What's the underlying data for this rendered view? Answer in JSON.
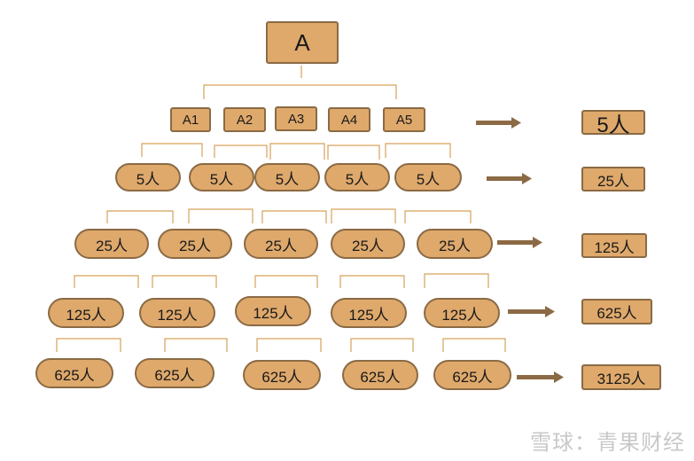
{
  "root": "A",
  "level1": [
    "A1",
    "A2",
    "A3",
    "A4",
    "A5"
  ],
  "level2": [
    "5人",
    "5人",
    "5人",
    "5人",
    "5人"
  ],
  "level3": [
    "25人",
    "25人",
    "25人",
    "25人",
    "25人"
  ],
  "level4": [
    "125人",
    "125人",
    "125人",
    "125人",
    "125人"
  ],
  "level5": [
    "625人",
    "625人",
    "625人",
    "625人",
    "625人"
  ],
  "results": [
    "5人",
    "25人",
    "125人",
    "625人",
    "3125人"
  ],
  "watermark": "雪球：青果财经",
  "colors": {
    "node_fill": "#dfa96c",
    "node_border": "#8a6a44",
    "connector": "#d6a25a",
    "arrow": "#8c6a45"
  }
}
